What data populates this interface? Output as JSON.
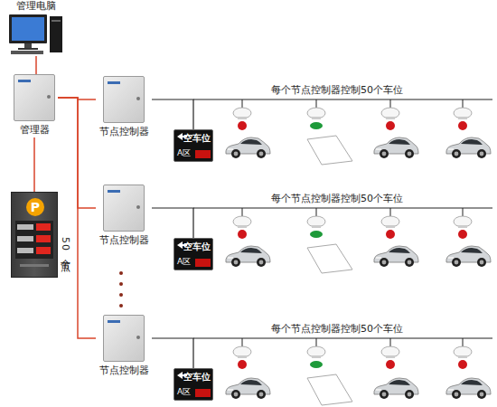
{
  "diagram": {
    "nodes": [
      {
        "text": [
          "管理电脑"
        ]
      },
      {
        "text": [
          "管理器"
        ]
      },
      {
        "text": [
          "P"
        ]
      },
      {
        "text": [
          "节点控制器"
        ]
      },
      {
        "text": [
          "空车位",
          "A区"
        ]
      },
      {
        "text": [
          "节点控制器"
        ]
      },
      {
        "text": [
          "空车位",
          "A区"
        ]
      },
      {
        "text": [
          "节点控制器"
        ]
      },
      {
        "text": [
          "空车位",
          "A区"
        ]
      }
    ],
    "edges": [
      {
        "from": 0,
        "to": 1,
        "arrow": "none"
      },
      {
        "from": 1,
        "to": 2,
        "arrow": "none"
      },
      {
        "from": 1,
        "to": 3,
        "arrow": "none"
      },
      {
        "from": 1,
        "to": 5,
        "arrow": "none"
      },
      {
        "from": 1,
        "to": 7,
        "arrow": "none"
      },
      {
        "from": 3,
        "to": 4,
        "arrow": "none"
      },
      {
        "from": 5,
        "to": 6,
        "arrow": "none"
      },
      {
        "from": 7,
        "to": 8,
        "arrow": "none"
      }
    ],
    "labels": [
      "每个节点控制器控制50个车位",
      "每个节点控制器控制50个车位",
      "每个节点控制器控制50个车位",
      "50个节点"
    ]
  }
}
